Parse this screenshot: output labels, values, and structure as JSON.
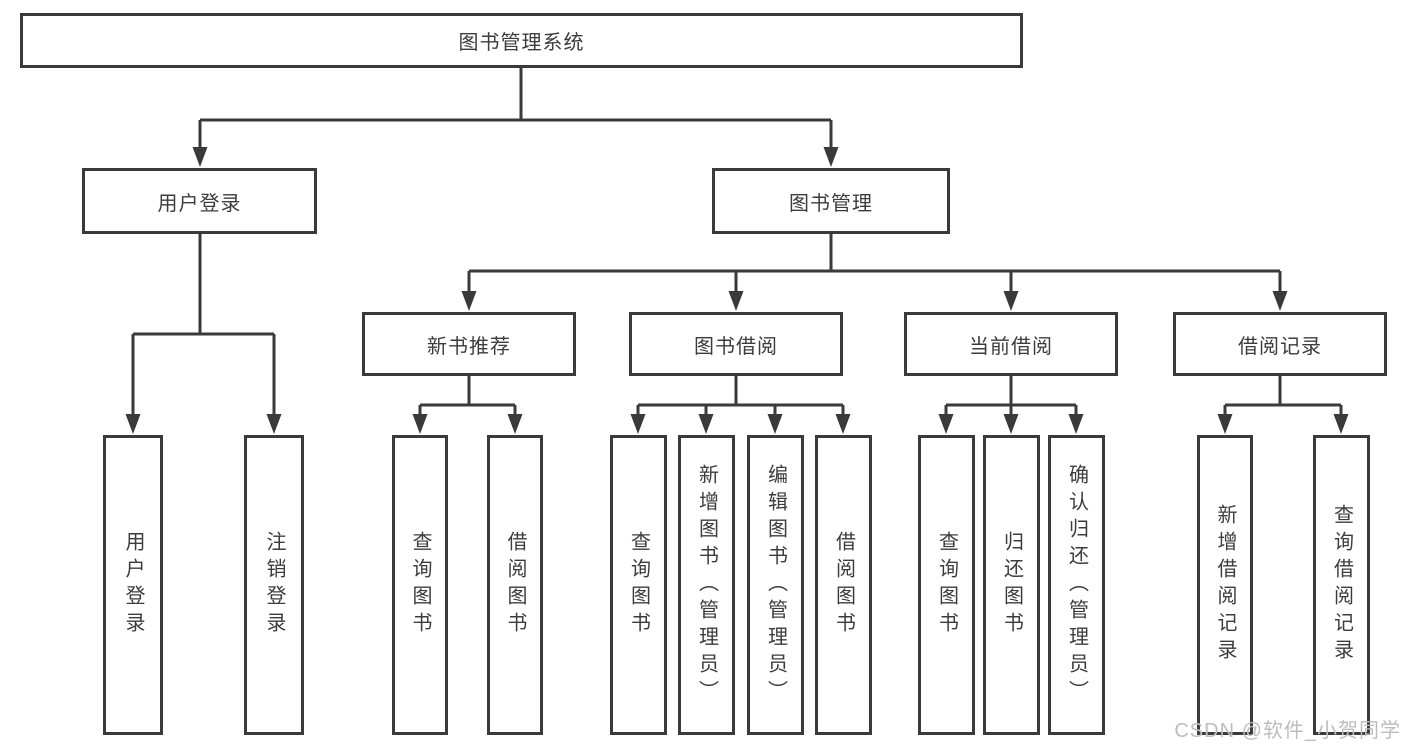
{
  "chart": {
    "root": {
      "label": "图书管理系统"
    },
    "branches": [
      {
        "label": "用户登录",
        "children": [
          {
            "label": "用户登录"
          },
          {
            "label": "注销登录"
          }
        ]
      },
      {
        "label": "图书管理",
        "children": [
          {
            "label": "新书推荐",
            "children": [
              {
                "label": "查询图书"
              },
              {
                "label": "借阅图书"
              }
            ]
          },
          {
            "label": "图书借阅",
            "children": [
              {
                "label": "查询图书"
              },
              {
                "label": "新增图书（管理员）"
              },
              {
                "label": "编辑图书（管理员）"
              },
              {
                "label": "借阅图书"
              }
            ]
          },
          {
            "label": "当前借阅",
            "children": [
              {
                "label": "查询图书"
              },
              {
                "label": "归还图书"
              },
              {
                "label": "确认归还（管理员）"
              }
            ]
          },
          {
            "label": "借阅记录",
            "children": [
              {
                "label": "新增借阅记录"
              },
              {
                "label": "查询借阅记录"
              }
            ]
          }
        ]
      }
    ]
  },
  "watermark": {
    "text": "CSDN @软件_小贺同学",
    "color": "#bdbdbd"
  },
  "colors": {
    "line": "#3a3a3a",
    "text": "#3c3c3c",
    "box_fill": "#ffffff",
    "background": "#ffffff"
  }
}
